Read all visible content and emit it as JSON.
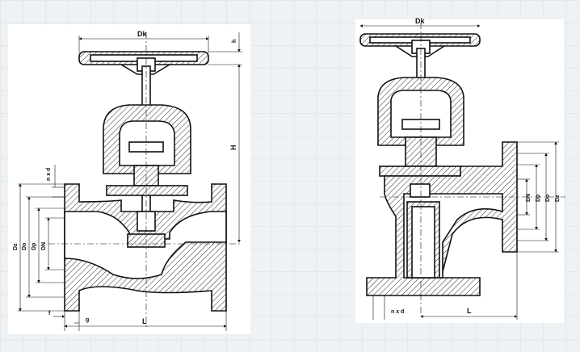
{
  "left_drawing": {
    "dims": {
      "dk": "Dk",
      "h_small": "h",
      "h_big": "H",
      "nxd": "n x d",
      "dz": "Dz",
      "do": "Do",
      "dp": "Dp",
      "dn": "DN",
      "f": "f",
      "g": "g",
      "l": "L"
    }
  },
  "right_drawing": {
    "dims": {
      "dk": "Dk",
      "dn": "DN",
      "dp": "Dp",
      "do": "Do",
      "dz": "Dz",
      "nxd": "n x d",
      "l": "L"
    }
  }
}
